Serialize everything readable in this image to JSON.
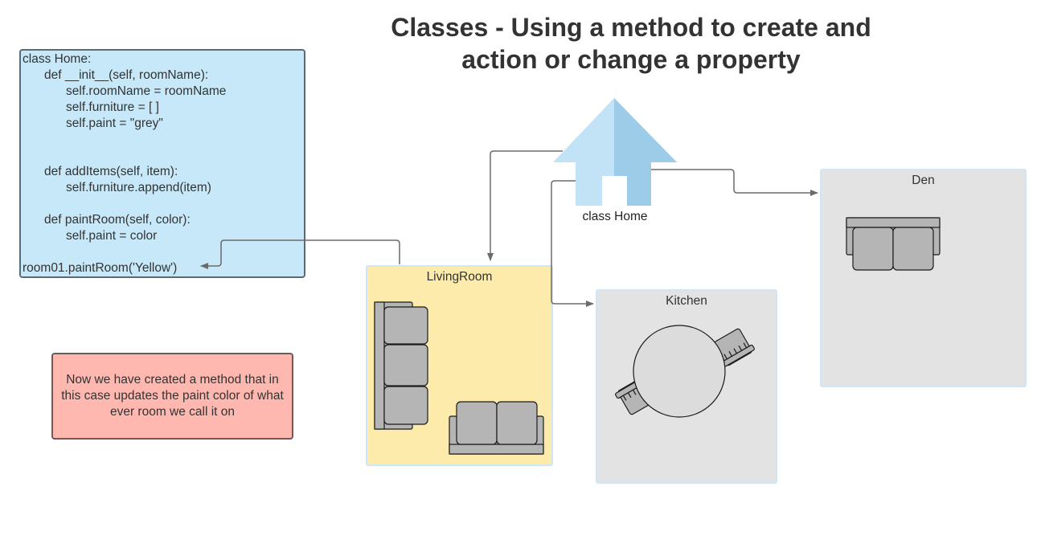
{
  "title": {
    "line1": "Classes - Using a method to create and",
    "line2": "action or change a property"
  },
  "code": {
    "lines": [
      "class Home:",
      "def __init__(self, roomName):",
      "self.roomName = roomName",
      "self.furniture = [ ]",
      "self.paint = \"grey\"",
      "def addItems(self, item):",
      "self.furniture.append(item)",
      "def paintRoom(self, color):",
      "self.paint = color",
      "room01.paintRoom('Yellow')"
    ]
  },
  "note": {
    "text": "Now we have created a method that in this case updates the paint color of what ever room we call it on"
  },
  "house": {
    "label": "class Home",
    "color_light": "#c2e2f6",
    "color_dark": "#9dcce9"
  },
  "rooms": {
    "living_room": {
      "label": "LivingRoom",
      "fill": "#fcebaa",
      "border": "#cfe6f7"
    },
    "kitchen": {
      "label": "Kitchen",
      "fill": "#e3e3e3",
      "border": "#cfe6f7"
    },
    "den": {
      "label": "Den",
      "fill": "#e3e3e3",
      "border": "#cfe6f7"
    }
  },
  "colors": {
    "connector": "#6b6b6b",
    "furniture_fill": "#b5b5b5",
    "furniture_stroke": "#1a1a1a",
    "table_fill": "#dcdcdc"
  },
  "icons": [
    "house-icon",
    "sofa-icon",
    "loveseat-icon",
    "dining-table-icon",
    "chair-icon",
    "arrow-icon"
  ]
}
